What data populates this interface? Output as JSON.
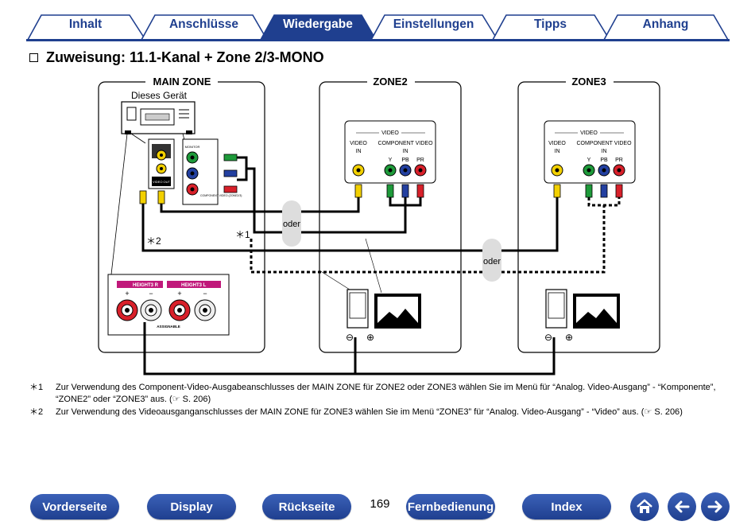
{
  "tabs": [
    {
      "label": "Inhalt",
      "active": false
    },
    {
      "label": "Anschlüsse",
      "active": false
    },
    {
      "label": "Wiedergabe",
      "active": true
    },
    {
      "label": "Einstellungen",
      "active": false
    },
    {
      "label": "Tipps",
      "active": false
    },
    {
      "label": "Anhang",
      "active": false
    }
  ],
  "heading": "Zuweisung: 11.1-Kanal + Zone 2/3-MONO",
  "diagram": {
    "main_zone": "MAIN ZONE",
    "device_label": "Dieses Gerät",
    "zone2": "ZONE2",
    "zone3": "ZONE3",
    "oder": "oder",
    "video": "VIDEO",
    "video_in": "VIDEO\nIN",
    "component_video_in": "COMPONENT VIDEO\nIN",
    "y": "Y",
    "pb": "PB",
    "pr": "PR",
    "mark1": "＊1",
    "mark2": "＊2",
    "height3_r": "HEIGHT3 R",
    "height3_l": "HEIGHT3 L",
    "assignable": "ASSIGNABLE",
    "plus": "⊕",
    "minus": "⊖",
    "monitor_out": "MONITOR",
    "video_out": "VIDEO OUT",
    "component_label": "COMPONENT VIDEO (ZONE2/3)\n(ASSIGNABLE)"
  },
  "footnotes": [
    {
      "mark": "＊1",
      "text": "Zur Verwendung des Component-Video-Ausgabeanschlusses der MAIN ZONE für ZONE2 oder ZONE3 wählen Sie im Menü für “Analog. Video-Ausgang” - “Komponente”, “ZONE2” oder “ZONE3” aus.",
      "ref": "S. 206"
    },
    {
      "mark": "＊2",
      "text": "Zur Verwendung des Videoausganganschlusses der MAIN ZONE für ZONE3 wählen Sie im Menü “ZONE3” für “Analog. Video-Ausgang” - “Video” aus.",
      "ref": "S. 206"
    }
  ],
  "nav": {
    "front": "Vorderseite",
    "display": "Display",
    "back": "Rückseite",
    "page": "169",
    "remote": "Fernbedienung",
    "index": "Index"
  },
  "colors": {
    "brand": "#1f3f8f",
    "video_yellow": "#f2d000",
    "y_green": "#1e9a3a",
    "pb_blue": "#2340a0",
    "pr_red": "#d8202a",
    "speaker_red": "#d8202a",
    "height_magenta": "#c0187a"
  }
}
